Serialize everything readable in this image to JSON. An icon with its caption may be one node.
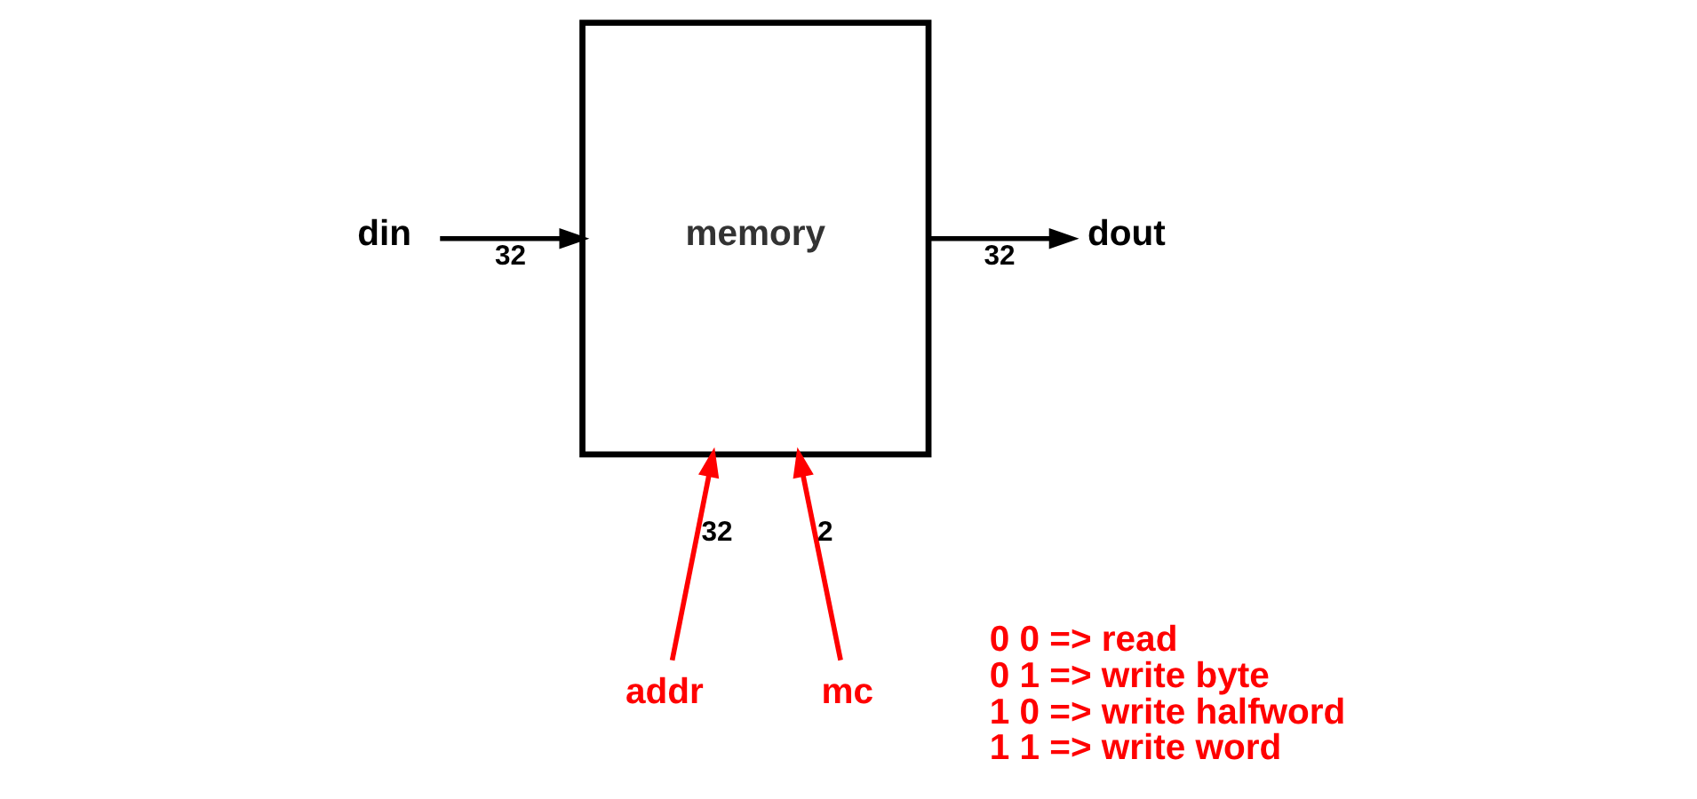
{
  "diagram": {
    "nodes": [
      {
        "text": [
          "memory"
        ]
      },
      {
        "text": [
          "din"
        ]
      },
      {
        "text": [
          "dout"
        ]
      },
      {
        "text": [
          "addr"
        ]
      },
      {
        "text": [
          "mc"
        ]
      }
    ],
    "edges": [
      {
        "from": 1,
        "to": 0,
        "arrow": "to",
        "label": "32"
      },
      {
        "from": 0,
        "to": 2,
        "arrow": "to",
        "label": "32"
      },
      {
        "from": 3,
        "to": 0,
        "arrow": "to",
        "label": "32",
        "color": "#ff0000"
      },
      {
        "from": 4,
        "to": 0,
        "arrow": "to",
        "label": "2",
        "color": "#ff0000"
      }
    ],
    "labels": [
      "0 0 => read",
      "0 1 => write byte",
      "1 0 => write halfword",
      "1 1 => write word"
    ]
  }
}
